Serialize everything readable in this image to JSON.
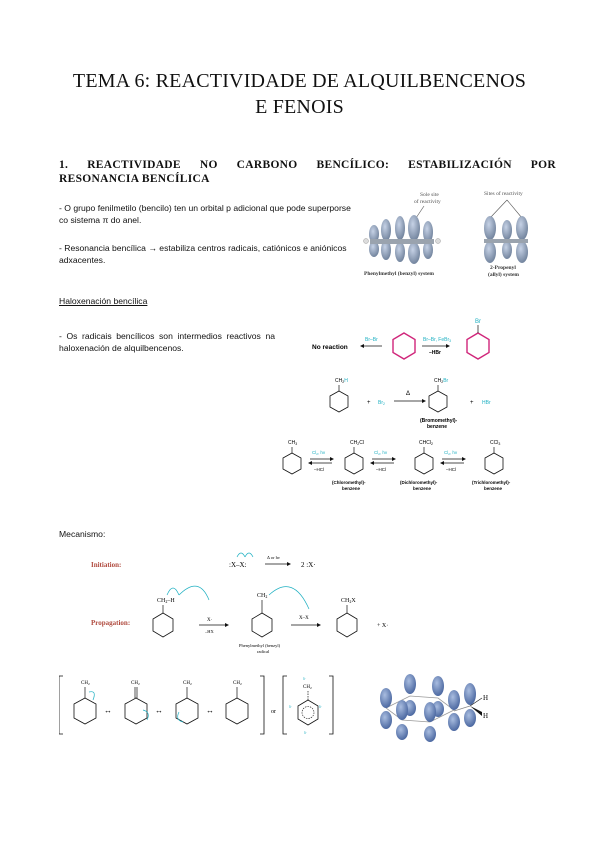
{
  "title": {
    "line1": "TEMA 6: REACTIVIDADE DE ALQUILBENCENOS",
    "line2": "E FENOIS"
  },
  "section1": {
    "heading_words": [
      "1.",
      "REACTIVIDADE",
      "NO",
      "CARBONO",
      "BENCÍLICO:",
      "ESTABILIZACIÓN",
      "POR"
    ],
    "heading_line2": "RESONANCIA BENCÍLICA",
    "para1": "- O grupo fenilmetilo (bencilo) ten un orbital p adicional que pode superporse co sistema π do anel.",
    "para2": "- Resonancia bencílica → estabiliza centros radicais, catiónicos e aniónicos adxacentes."
  },
  "orbital_figure": {
    "label_left_top": "Sole site",
    "label_left_top2": "of reactivity",
    "label_right_top": "Sites of reactivity",
    "caption_left": "Phenylmethyl (benzyl) system",
    "caption_right1": "2-Propenyl",
    "caption_right2": "(allyl) system"
  },
  "halogenation": {
    "subheading": "Haloxenación bencílica",
    "para": "- Os radicais bencílicos son intermedios reactivos na haloxenación de alquilbencenos.",
    "no_reaction": "No reaction",
    "br_br": "Br–Br",
    "reagent_febr": "Br–Br, FeBr",
    "reagent_febr_sub": "3",
    "minus_hbr": "–HBr",
    "br": "Br",
    "ch3h_label": "CH",
    "ch3h_sub": "2",
    "ch3h_tail": "H",
    "ch2br_label": "CH",
    "ch2br_sub": "2",
    "ch2br_tail": "Br",
    "plus": "+",
    "br2": "Br",
    "br2_sub": "2",
    "delta": "Δ",
    "hbr": "HBr",
    "bromomethyl_1": "(Bromomethyl)-",
    "bromomethyl_2": "benzene",
    "ch3": "CH",
    "ch3_sub": "3",
    "ch2cl": "CH",
    "ch2cl_sub": "2",
    "ch2cl_tail": "Cl",
    "chcl2": "CHCl",
    "chcl2_sub": "2",
    "ccl3": "CCl",
    "ccl3_sub": "3",
    "cl2hv": "Cl",
    "cl2hv_sub": "2",
    "cl2hv_tail": ", hv",
    "minus_hcl": "–HCl",
    "chloromethyl_1": "(Chloromethyl)-",
    "dichloromethyl_1": "(Dichloromethyl)-",
    "trichloromethyl_1": "(Trichloromethyl)-",
    "benzene": "benzene"
  },
  "mechanism": {
    "label": "Mecanismo:",
    "initiation": "Initiation:",
    "propagation": "Propagation:",
    "init_left": ":X–X:",
    "init_cond": "Δ or hν",
    "init_right": "2 :X·",
    "ch2h": "CH",
    "ch2h_sub": "2",
    "ch2h_tail": "–H",
    "x_dot": "X·",
    "minus_hx": "–HX",
    "ch2_dot": "CH",
    "ch2_dot_sub": "2",
    "x_x": "X–X",
    "ch2x": "CH",
    "ch2x_sub": "2",
    "ch2x_tail": "X",
    "plus_x": "+  X·",
    "radical_caption1": "Phenylmethyl (benzyl)",
    "radical_caption2": "radical",
    "res_ch2": "CH",
    "res_ch2_sub": "2",
    "res_or": "or",
    "delta_dot": "δ·",
    "h": "H"
  },
  "colors": {
    "teal": "#1fb0c2",
    "pink": "#d0257a",
    "orbital": "#5e7fb6",
    "mech_label": "#b04b3f"
  }
}
